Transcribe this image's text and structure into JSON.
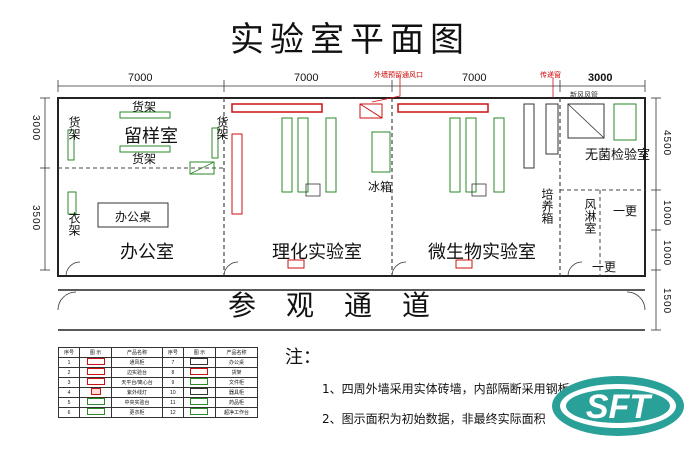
{
  "title": "实验室平面图",
  "dimensions": {
    "top": [
      "7000",
      "7000",
      "7000",
      "3000"
    ],
    "left": [
      "3000",
      "3500"
    ],
    "right": [
      "4500",
      "1000",
      "1000",
      "1500"
    ]
  },
  "annotations": {
    "vent": "外墙预留通风口",
    "pass_window": "传递窗",
    "airflow": "新风风管"
  },
  "rooms": {
    "sample_room": "留样室",
    "office": "办公室",
    "physchem": "理化实验室",
    "micro": "微生物实验室",
    "sterile": "无菌检验室",
    "buffer": "风淋室",
    "corridor": "参观通道"
  },
  "furniture": {
    "shelf_top": "货架",
    "shelf_bottom": "货架",
    "shelf_left": "货架",
    "shelf_right": "货架",
    "clothes": "衣架",
    "desk": "办公桌",
    "fridge": "冰箱",
    "incubator": "培养箱",
    "change1": "一更",
    "change2": "一更"
  },
  "legend": {
    "headers": [
      "序号",
      "图 示",
      "产品名称",
      "序号",
      "图 示",
      "产品名称"
    ],
    "rows": [
      [
        "1",
        "",
        "通风柜",
        "7",
        "",
        "办公桌"
      ],
      [
        "2",
        "",
        "边实验台",
        "8",
        "",
        "货架"
      ],
      [
        "3",
        "",
        "天平台/离心台",
        "9",
        "",
        "文件柜"
      ],
      [
        "4",
        "",
        "紫外线灯",
        "10",
        "",
        "器具柜"
      ],
      [
        "5",
        "",
        "中央实验台",
        "11",
        "",
        "药品柜"
      ],
      [
        "6",
        "",
        "更衣柜",
        "12",
        "",
        "超净工作台"
      ]
    ]
  },
  "notes": {
    "head": "注：",
    "items": [
      "1、四周外墙采用实体砖墙，内部隔断采用钢板",
      "2、图示面积为初始数据，非最终实际面积"
    ]
  },
  "logo_text": "SFT",
  "colors": {
    "wall": "#222222",
    "furniture_red": "#cc1111",
    "furniture_green": "#2a8a2a",
    "logo_teal": "#2aa198"
  }
}
